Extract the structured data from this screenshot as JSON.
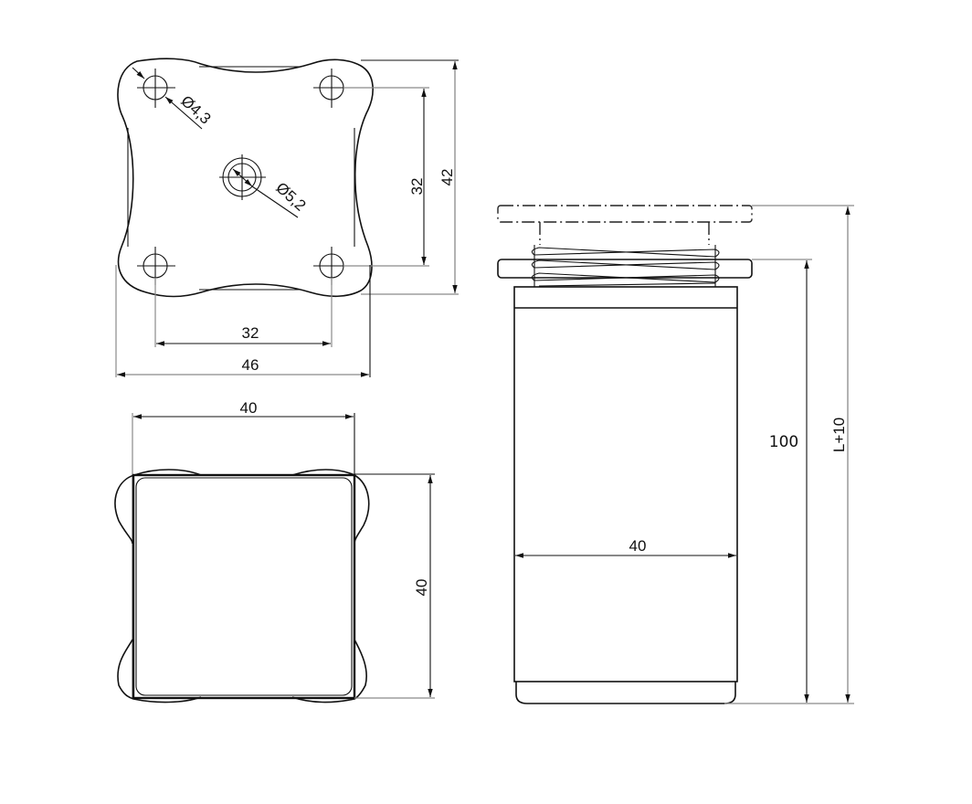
{
  "drawing": {
    "subject": "adjustable square furniture leg",
    "views": {
      "top_view": {
        "dimensions": {
          "hole_small_diameter": "Ø4,3",
          "hole_center_diameter": "Ø5,2",
          "hole_spacing_vertical": "32",
          "plate_height": "42",
          "hole_spacing_horizontal": "32",
          "plate_width": "46"
        }
      },
      "bottom_view": {
        "dimensions": {
          "square_width": "40",
          "square_height": "40"
        }
      },
      "side_view": {
        "dimensions": {
          "body_width": "40",
          "body_height": "100",
          "total_height": "L+10"
        }
      }
    }
  }
}
